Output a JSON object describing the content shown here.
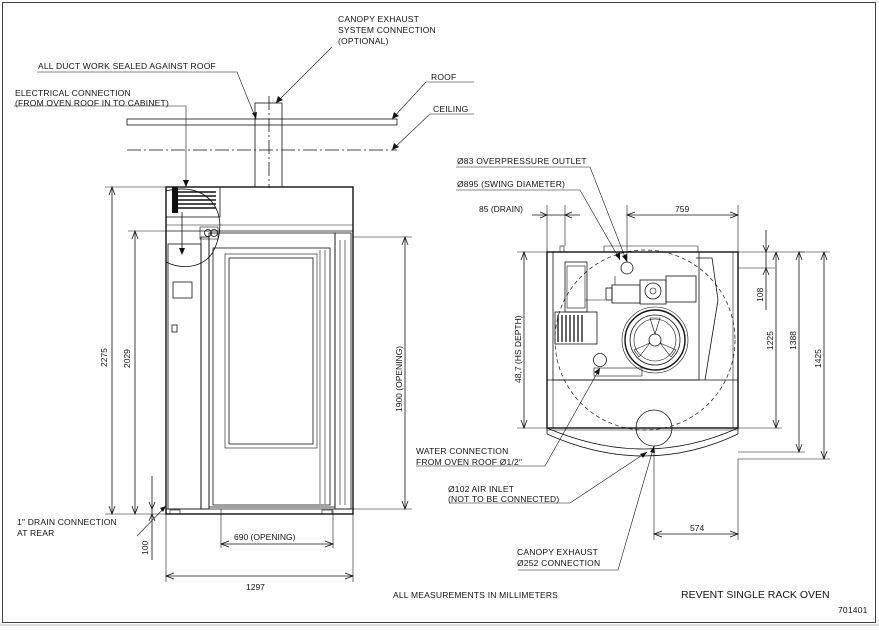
{
  "drawing": {
    "title": "REVENT SINGLE RACK OVEN",
    "number": "701401",
    "note": "ALL MEASUREMENTS IN MILLIMETERS"
  },
  "labels": {
    "canopy_exhaust_system": [
      "CANOPY EXHAUST",
      "SYSTEM CONNECTION",
      "(OPTIONAL)"
    ],
    "duct_sealed": "ALL DUCT WORK SEALED AGAINST ROOF",
    "electrical_connection": [
      "ELECTRICAL CONNECTION",
      "(FROM OVEN ROOF IN TO CABINET)"
    ],
    "roof": "ROOF",
    "ceiling": "CEILING",
    "overpressure_outlet": "Ø83 OVERPRESSURE OUTLET",
    "swing_diameter": "Ø895 (SWING DIAMETER)",
    "drain_connection": [
      "1\" DRAIN CONNECTION",
      "AT REAR"
    ],
    "water_connection": [
      "WATER CONNECTION",
      "FROM OVEN ROOF Ø1/2\""
    ],
    "air_inlet": [
      "Ø102 AIR INLET",
      "(NOT TO BE CONNECTED)"
    ],
    "canopy_exhaust_connection": [
      "CANOPY EXHAUST",
      "Ø252 CONNECTION"
    ]
  },
  "dimensions": {
    "front_height_total": "2275",
    "front_height_body": "2029",
    "front_opening_height": "1900 (OPENING)",
    "front_width": "1297",
    "front_opening_width": "690 (OPENING)",
    "front_floor_offset": "100",
    "plan_drain": "85 (DRAIN)",
    "plan_width_top": "759",
    "plan_hs_depth": "48,7 (HS DEPTH)",
    "plan_108": "108",
    "plan_1225": "1225",
    "plan_1388": "1388",
    "plan_1425": "1425",
    "plan_574": "574"
  }
}
